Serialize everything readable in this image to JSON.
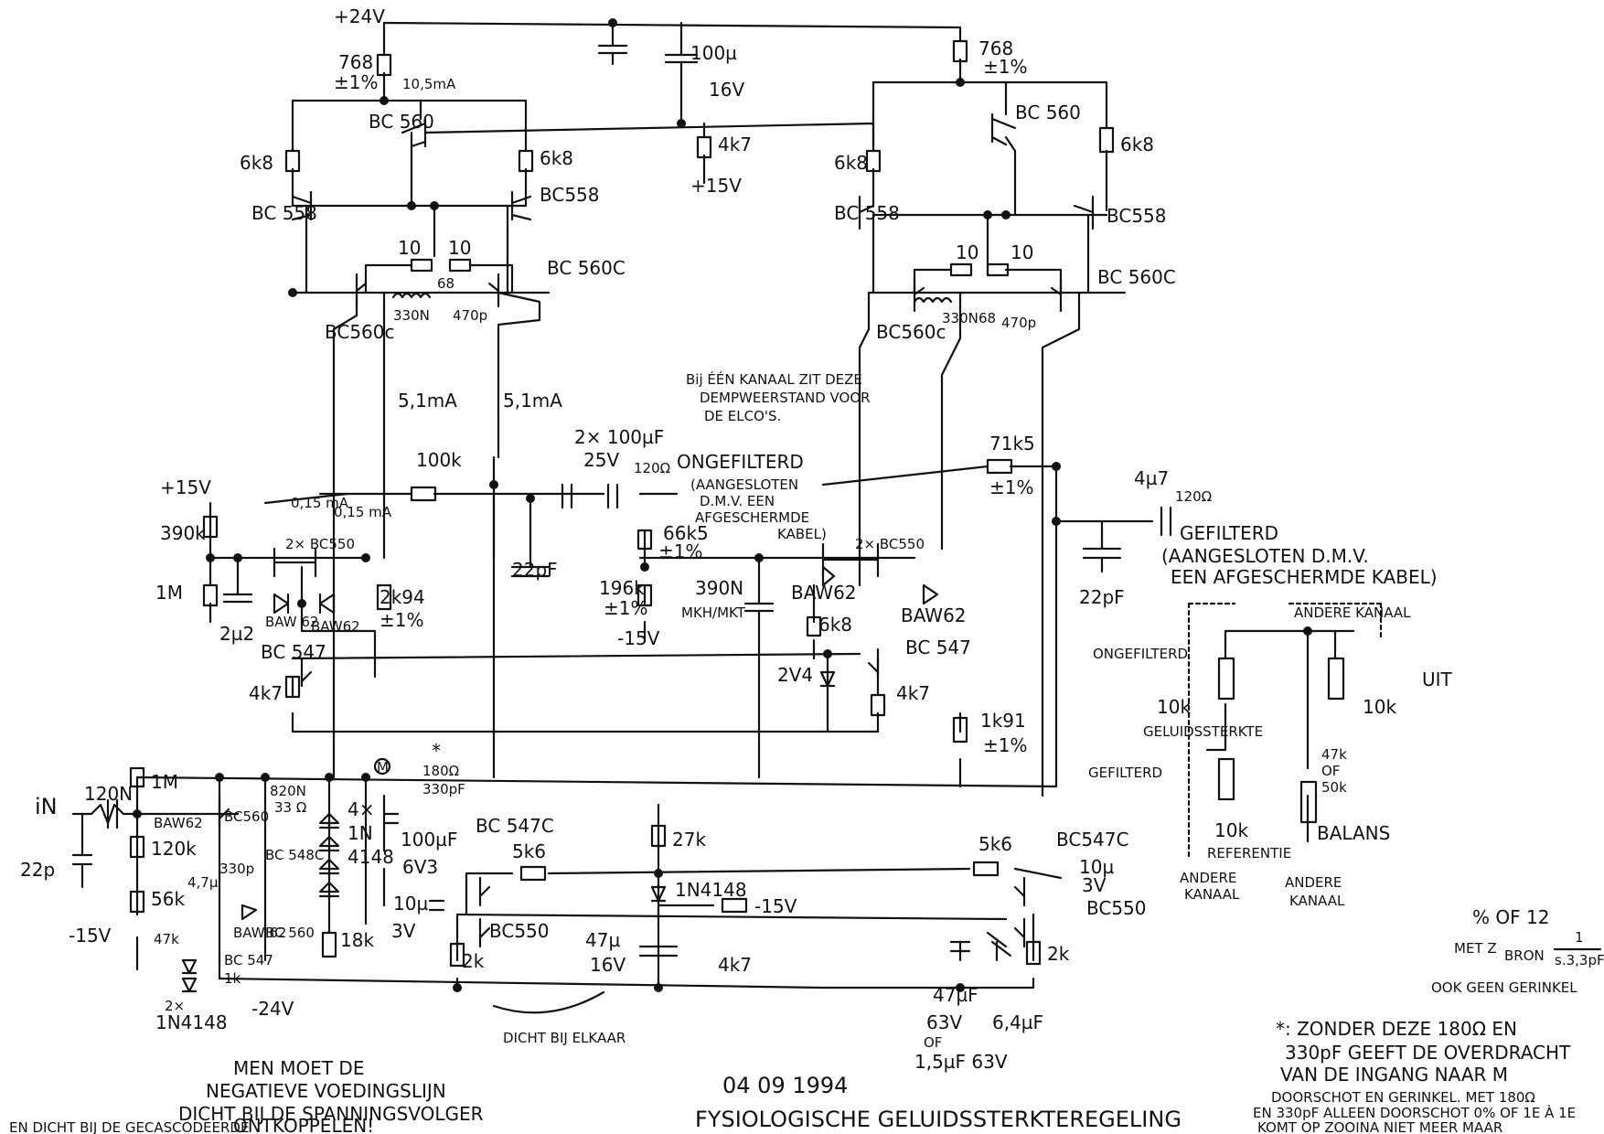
{
  "labels": {
    "v24": "+24V",
    "r768_l": "768",
    "r768_l_tol": "±1%",
    "r768_r": "768",
    "r768_r_tol": "±1%",
    "i105": "10,5mA",
    "c100u": "100µ",
    "c100u_v": "16V",
    "r4k7_top": "4k7",
    "v15_top": "+15V",
    "bc560_l": "BC 560",
    "bc560_r": "BC 560",
    "r6k8_ll": "6k8",
    "r6k8_lr": "6k8",
    "r6k8_rl": "6k8",
    "r6k8_rr": "6k8",
    "bc558_ll": "BC 558",
    "bc558_lr": "BC558",
    "bc558_rl": "BC 558",
    "bc558_rr": "BC558",
    "r10a": "10",
    "r10b": "10",
    "r10c": "10",
    "r10d": "10",
    "r68_l": "68",
    "r68_r": "68",
    "l330n_l": "330N",
    "l330n_r": "330N",
    "c470p_l": "470p",
    "c470p_r": "470p",
    "bc560c_ll": "BC560c",
    "bc560c_lr": "BC 560C",
    "bc560c_rl": "BC560c",
    "bc560c_rr": "BC 560C",
    "i51a": "5,1mA",
    "i51b": "5,1mA",
    "note_demp1": "Bij ÉÉN KANAAL ZIT DEZE",
    "note_demp2": "DEMPWEERSTAND VOOR",
    "note_demp3": "DE ELCO'S.",
    "r100k": "100k",
    "c2x100": "2× 100µF",
    "c2x100_v": "25V",
    "r120_a": "120Ω",
    "ongef1": "ONGEFILTERD",
    "ongef2": "(AANGESLOTEN",
    "ongef3": "D.M.V. EEN",
    "ongef4": "AFGESCHERMDE",
    "ongef5": "KABEL)",
    "r71k5": "71k5",
    "r71k5_tol": "±1%",
    "c4u7_out": "4µ7",
    "r120_b": "120Ω",
    "gef1": "GEFILTERD",
    "gef2": "(AANGESLOTEN D.M.V.",
    "gef3": "EEN AFGESCHERMDE KABEL)",
    "v15_left": "+15V",
    "r390k": "390k",
    "r1m_l": "1M",
    "c2u2": "2µ2",
    "i015a": "0,15 mA",
    "i015b": "0,15 mA",
    "bc550_2x_l": "2× BC550",
    "baw62_a": "BAW 62",
    "baw62_b": "BAW62",
    "r2k94": "2k94",
    "r2k94_tol": "±1%",
    "bc547_l": "BC 547",
    "r4k7_l": "4k7",
    "c22pf_mid": "22pF",
    "r66k5": "66k5",
    "r66k5_tol": "±1%",
    "r196k": "196k",
    "r196k_tol": "±1%",
    "v15n_mid": "-15V",
    "c390n": "390N",
    "c390n_t": "MKH/MKT",
    "baw62_c": "BAW62",
    "bc550_2x_r": "2× BC550",
    "baw62_d": "BAW62",
    "r6k8_mid": "6k8",
    "z2v4": "2V4",
    "bc547_r": "BC 547",
    "r4k7_r": "4k7",
    "r1k91": "1k91",
    "r1k91_tol": "±1%",
    "c22pf_out": "22pF",
    "in": "iN",
    "c120n": "120N",
    "r1m_in": "1M",
    "c22p_in": "22p",
    "baw62_in": "BAW62",
    "bc560_in": "BC560",
    "c820n": "820N",
    "r33": "33 Ω",
    "r120k": "120k",
    "c330p": "330p",
    "bc548c": "BC 548C",
    "c4u7_in": "4,7µ",
    "r56k": "56k",
    "v15n_in": "-15V",
    "r47k": "47k",
    "baw62_in2": "BAW 62",
    "bc560_in2": "BC 560",
    "bc547_in": "BC 547",
    "r1k_in": "1k",
    "d2x": "2×",
    "d1n4148_in": "1N4148",
    "v24n": "-24V",
    "d4x": "4×",
    "d1n": "1N",
    "d4148": "4148",
    "r18k": "18k",
    "m_marker": "M",
    "star": "*",
    "r180": "180Ω",
    "c330pf": "330pF",
    "c100u_b": "100µF",
    "c100u_b_v": "6V3",
    "bc547c_l": "BC 547C",
    "r5k6_l": "5k6",
    "r27k": "27k",
    "d1n4148_mid": "1N4148",
    "c10u": "10µ",
    "c10u_v": "3V",
    "bc550_bl": "BC550",
    "r2k_l": "2k",
    "c47u": "47µ",
    "c47u_v": "16V",
    "r4k7_bot": "4k7",
    "v15n_bot": "-15V",
    "r5k6_r": "5k6",
    "bc547c_r": "BC547C",
    "c10u_r": "10µ",
    "c10u_r_v": "3V",
    "bc550_br": "BC550",
    "r2k_r": "2k",
    "c47uf": "47µF",
    "c47uf_v": "63V",
    "of1": "OF",
    "c1u5": "1,5µF 63V",
    "c6u4": "6,4µF",
    "dicht": "DICHT BIJ ELKAAR",
    "note_neg1": "MEN MOET DE",
    "note_neg2": "NEGATIEVE VOEDINGSLIJN",
    "note_neg3": "DICHT BIJ DE SPANNINGSVOLGER",
    "note_neg4": "EN DICHT BIJ DE GECASCODEERDE",
    "note_neg5": "ONTKOPPELEN!",
    "date": "04 09 1994",
    "title": "FYSIOLOGISCHE GELUIDSSTERKTEREGELING",
    "p_ongef": "ONGEFILTERD",
    "p_andere_top": "ANDERE KANAAL",
    "p_uit": "UIT",
    "p_10k_a": "10k",
    "p_geluid": "GELUIDSSTERKTE",
    "p_10k_b": "10k",
    "p_gef": "GEFILTERD",
    "p_47k": "47k",
    "p_of": "OF",
    "p_50k": "50k",
    "p_10k_c": "10k",
    "p_ref": "REFERENTIE",
    "p_balans": "BALANS",
    "p_andere_a1": "ANDERE",
    "p_andere_a2": "KANAAL",
    "p_andere_b1": "ANDERE",
    "p_andere_b2": "KANAAL",
    "n_q": "% OF 12",
    "n_met": "MET Z",
    "n_bron": "BRON",
    "n_frac_n": "1",
    "n_frac_d": "s.3,3pF",
    "n_ok": "OOK GEEN GERINKEL",
    "n_star1": "*: ZONDER DEZE 180Ω EN",
    "n_star2": "330pF GEEFT DE OVERDRACHT",
    "n_star3": "VAN DE INGANG NAAR M",
    "n_star4": "DOORSCHOT EN GERINKEL. MET 180Ω",
    "n_star5": "EN 330pF ALLEEN DOORSCHOT 0% OF 1E À 1E",
    "n_star6": "KOMT OP ZOOINA NIET MEER MAAR"
  }
}
